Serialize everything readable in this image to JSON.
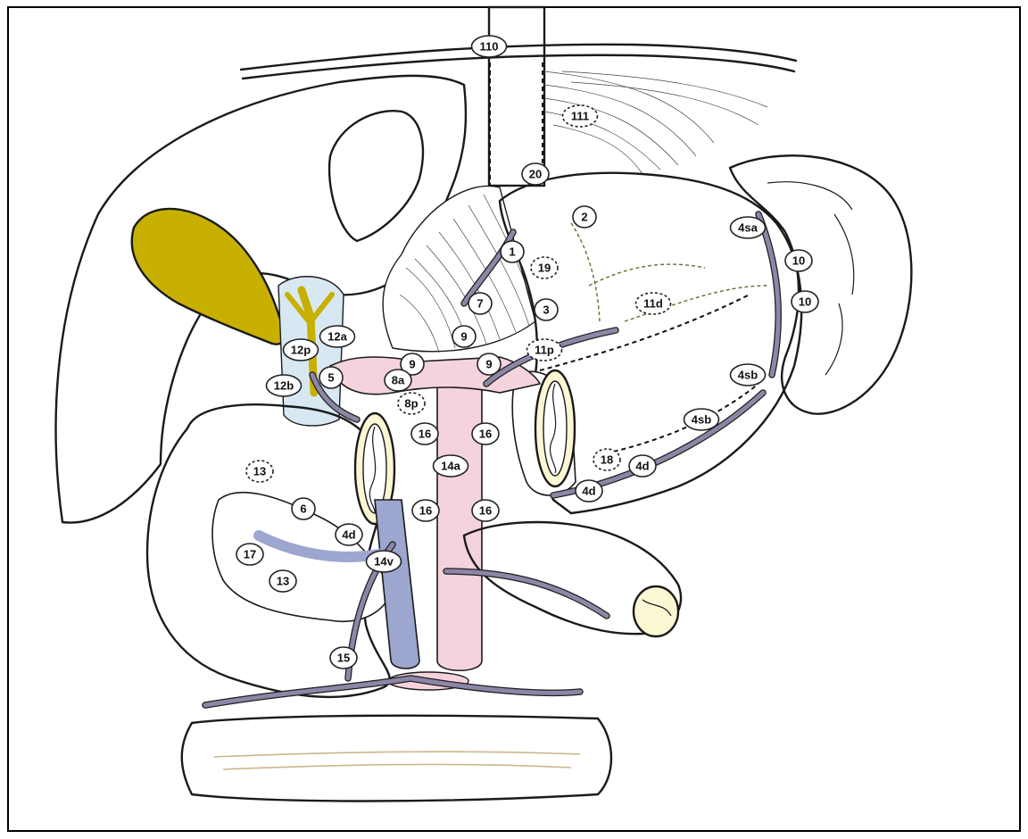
{
  "colors": {
    "organ_fill": "#fbf7d3",
    "gallbladder": "#c7b000",
    "artery_pink": "#f5d3dc",
    "vein_blue": "#9ca6cf",
    "light_blue": "#d8e8f3",
    "vessel_gray": "#8d86a6",
    "outline": "#1a1a1a"
  },
  "lymph_station_labels": [
    {
      "text": "110",
      "dashed": false
    },
    {
      "text": "111",
      "dashed": true
    },
    {
      "text": "20",
      "dashed": false
    },
    {
      "text": "2",
      "dashed": false
    },
    {
      "text": "4sa",
      "dashed": false
    },
    {
      "text": "1",
      "dashed": false
    },
    {
      "text": "19",
      "dashed": true
    },
    {
      "text": "10",
      "dashed": false
    },
    {
      "text": "10",
      "dashed": false
    },
    {
      "text": "7",
      "dashed": false
    },
    {
      "text": "3",
      "dashed": false
    },
    {
      "text": "11d",
      "dashed": true
    },
    {
      "text": "12a",
      "dashed": false
    },
    {
      "text": "12p",
      "dashed": false
    },
    {
      "text": "9",
      "dashed": false
    },
    {
      "text": "11p",
      "dashed": true
    },
    {
      "text": "9",
      "dashed": false
    },
    {
      "text": "9",
      "dashed": false
    },
    {
      "text": "5",
      "dashed": false
    },
    {
      "text": "8a",
      "dashed": false
    },
    {
      "text": "4sb",
      "dashed": false
    },
    {
      "text": "12b",
      "dashed": false
    },
    {
      "text": "8p",
      "dashed": true
    },
    {
      "text": "16",
      "dashed": false
    },
    {
      "text": "16",
      "dashed": false
    },
    {
      "text": "4sb",
      "dashed": false
    },
    {
      "text": "13",
      "dashed": true
    },
    {
      "text": "18",
      "dashed": true
    },
    {
      "text": "4d",
      "dashed": false
    },
    {
      "text": "14a",
      "dashed": false
    },
    {
      "text": "4d",
      "dashed": false
    },
    {
      "text": "6",
      "dashed": false
    },
    {
      "text": "16",
      "dashed": false
    },
    {
      "text": "16",
      "dashed": false
    },
    {
      "text": "4d",
      "dashed": false
    },
    {
      "text": "17",
      "dashed": false
    },
    {
      "text": "14v",
      "dashed": false
    },
    {
      "text": "13",
      "dashed": false
    },
    {
      "text": "15",
      "dashed": false
    }
  ]
}
